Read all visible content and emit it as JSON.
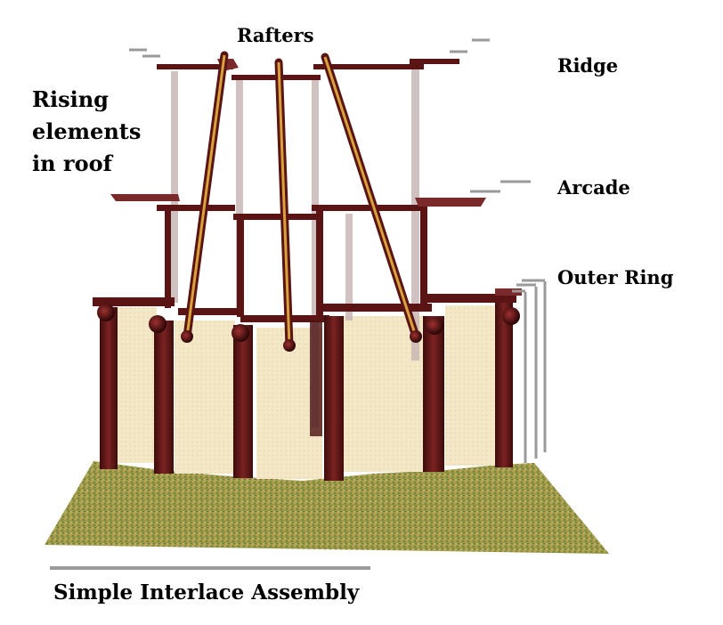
{
  "labels": {
    "rafters": "Rafters",
    "ridge": "Ridge",
    "arcade": "Arcade",
    "outer_ring": "Outer Ring",
    "rising": "Rising elements in roof",
    "title": "Simple Interlace Assembly"
  },
  "colors": {
    "timber": "#5a1414",
    "timber_light": "#7a2a2a",
    "ghost_timber": "#c9b7b7",
    "panel": "#f3e6c4",
    "rafter_core": "#d9a23a",
    "ground": "#9a9a48",
    "guide_line": "#9a9a9a"
  }
}
